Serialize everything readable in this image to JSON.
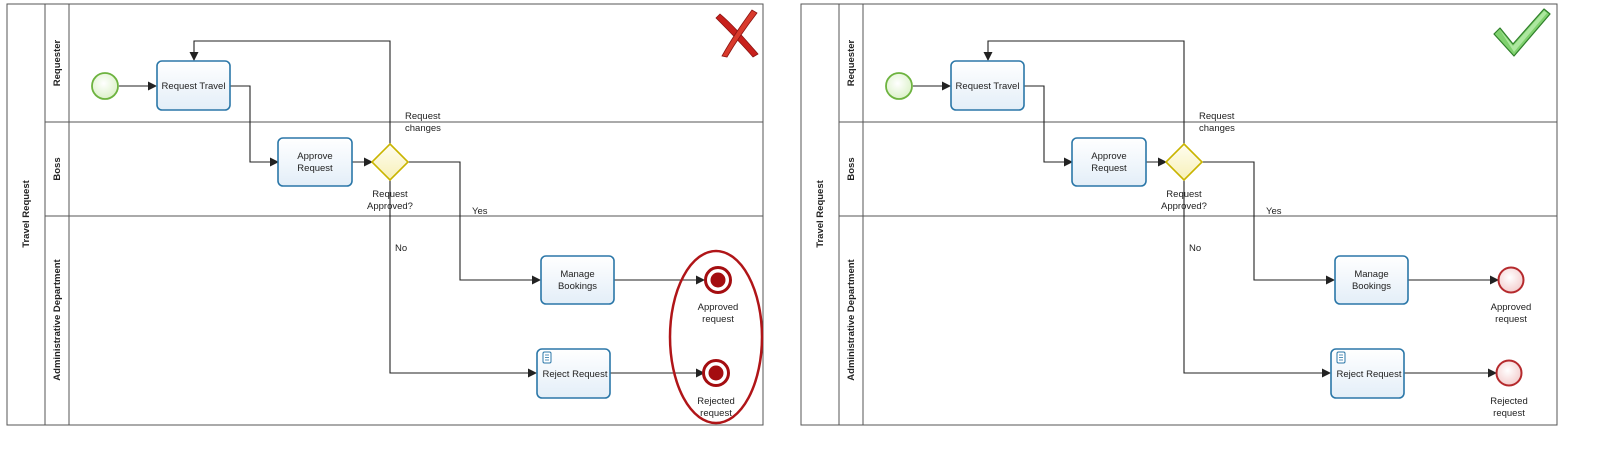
{
  "diagrams": [
    {
      "pool": "Travel Request",
      "lanes": {
        "requester": "Requester",
        "boss": "Boss",
        "admin": "Administrative Department"
      },
      "tasks": {
        "request_travel": "Request Travel",
        "approve_l1": "Approve",
        "approve_l2": "Request",
        "manage_l1": "Manage",
        "manage_l2": "Bookings",
        "reject": "Reject Request"
      },
      "gateway": {
        "l1": "Request",
        "l2": "Approved?"
      },
      "flows": {
        "changes_l1": "Request",
        "changes_l2": "changes",
        "yes": "Yes",
        "no": "No"
      },
      "end_events": {
        "approved_l1": "Approved",
        "approved_l2": "request",
        "rejected_l1": "Rejected",
        "rejected_l2": "request"
      },
      "verdict": "incorrect",
      "end_event_style": "terminate-events-highlighted"
    },
    {
      "pool": "Travel Request",
      "lanes": {
        "requester": "Requester",
        "boss": "Boss",
        "admin": "Administrative Department"
      },
      "tasks": {
        "request_travel": "Request Travel",
        "approve_l1": "Approve",
        "approve_l2": "Request",
        "manage_l1": "Manage",
        "manage_l2": "Bookings",
        "reject": "Reject Request"
      },
      "gateway": {
        "l1": "Request",
        "l2": "Approved?"
      },
      "flows": {
        "changes_l1": "Request",
        "changes_l2": "changes",
        "yes": "Yes",
        "no": "No"
      },
      "end_events": {
        "approved_l1": "Approved",
        "approved_l2": "request",
        "rejected_l1": "Rejected",
        "rejected_l2": "request"
      },
      "verdict": "correct",
      "end_event_style": "plain-end-events"
    }
  ],
  "colors": {
    "task_border": "#2b77a8",
    "start_event": "#6db33f",
    "gateway": "#c9b400",
    "terminate_end": "#a40d10",
    "plain_end": "#b52a2d",
    "cross_mark": "#c8201c",
    "check_mark": "#3f9f3a"
  }
}
